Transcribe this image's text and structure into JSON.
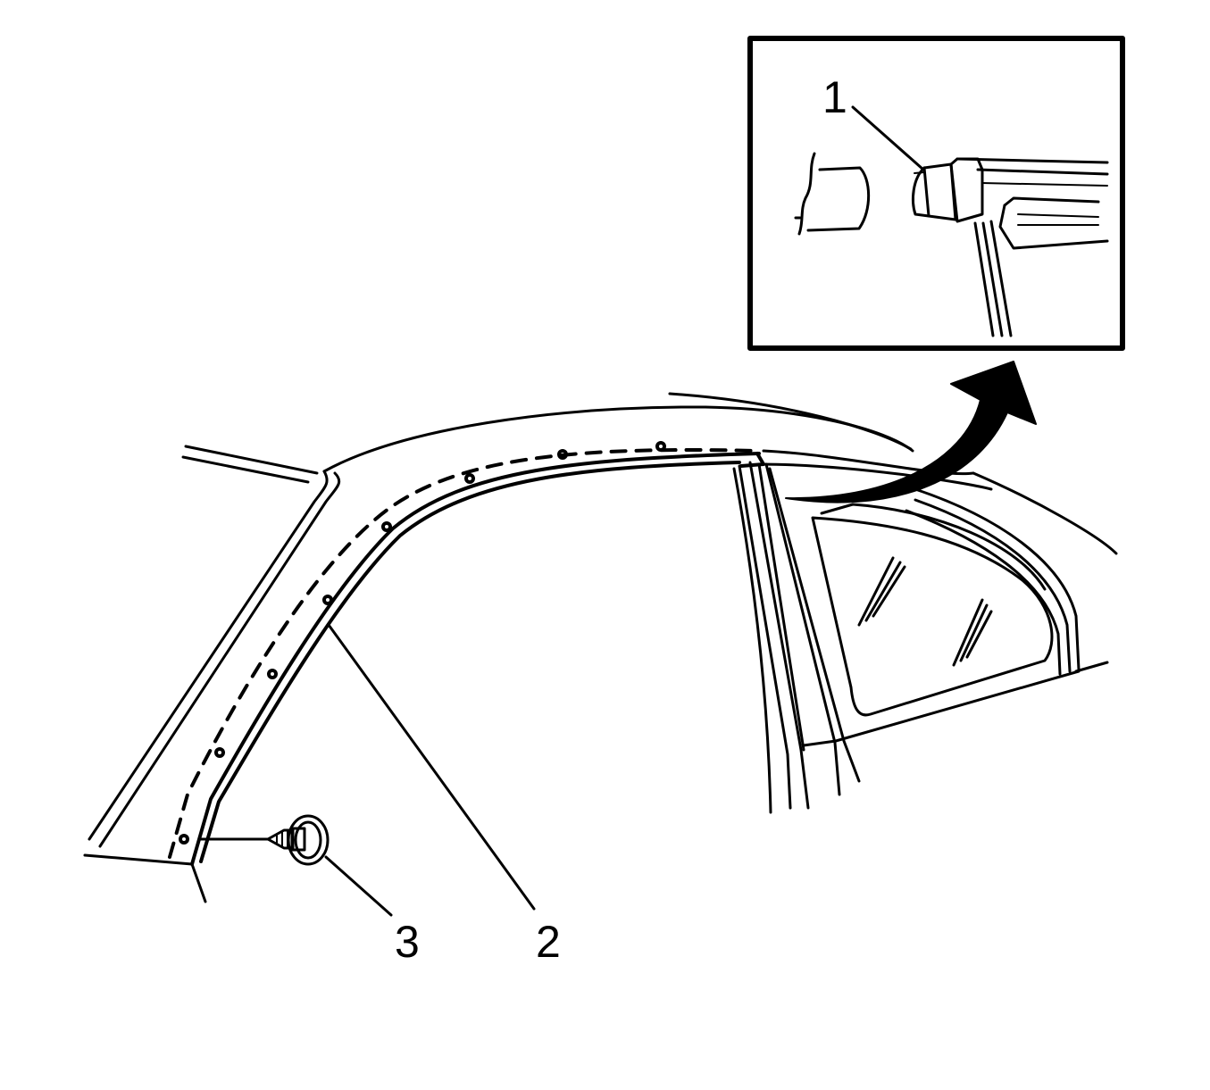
{
  "diagram": {
    "callouts": [
      {
        "id": 1,
        "label": "1"
      },
      {
        "id": 2,
        "label": "2"
      },
      {
        "id": 3,
        "label": "3"
      }
    ],
    "colors": {
      "line": "#000000",
      "background": "#ffffff"
    },
    "icons": {
      "inset": "molding-end-detail-icon",
      "arrow": "curved-arrow-icon",
      "fastener": "push-pin-fastener-icon"
    }
  }
}
